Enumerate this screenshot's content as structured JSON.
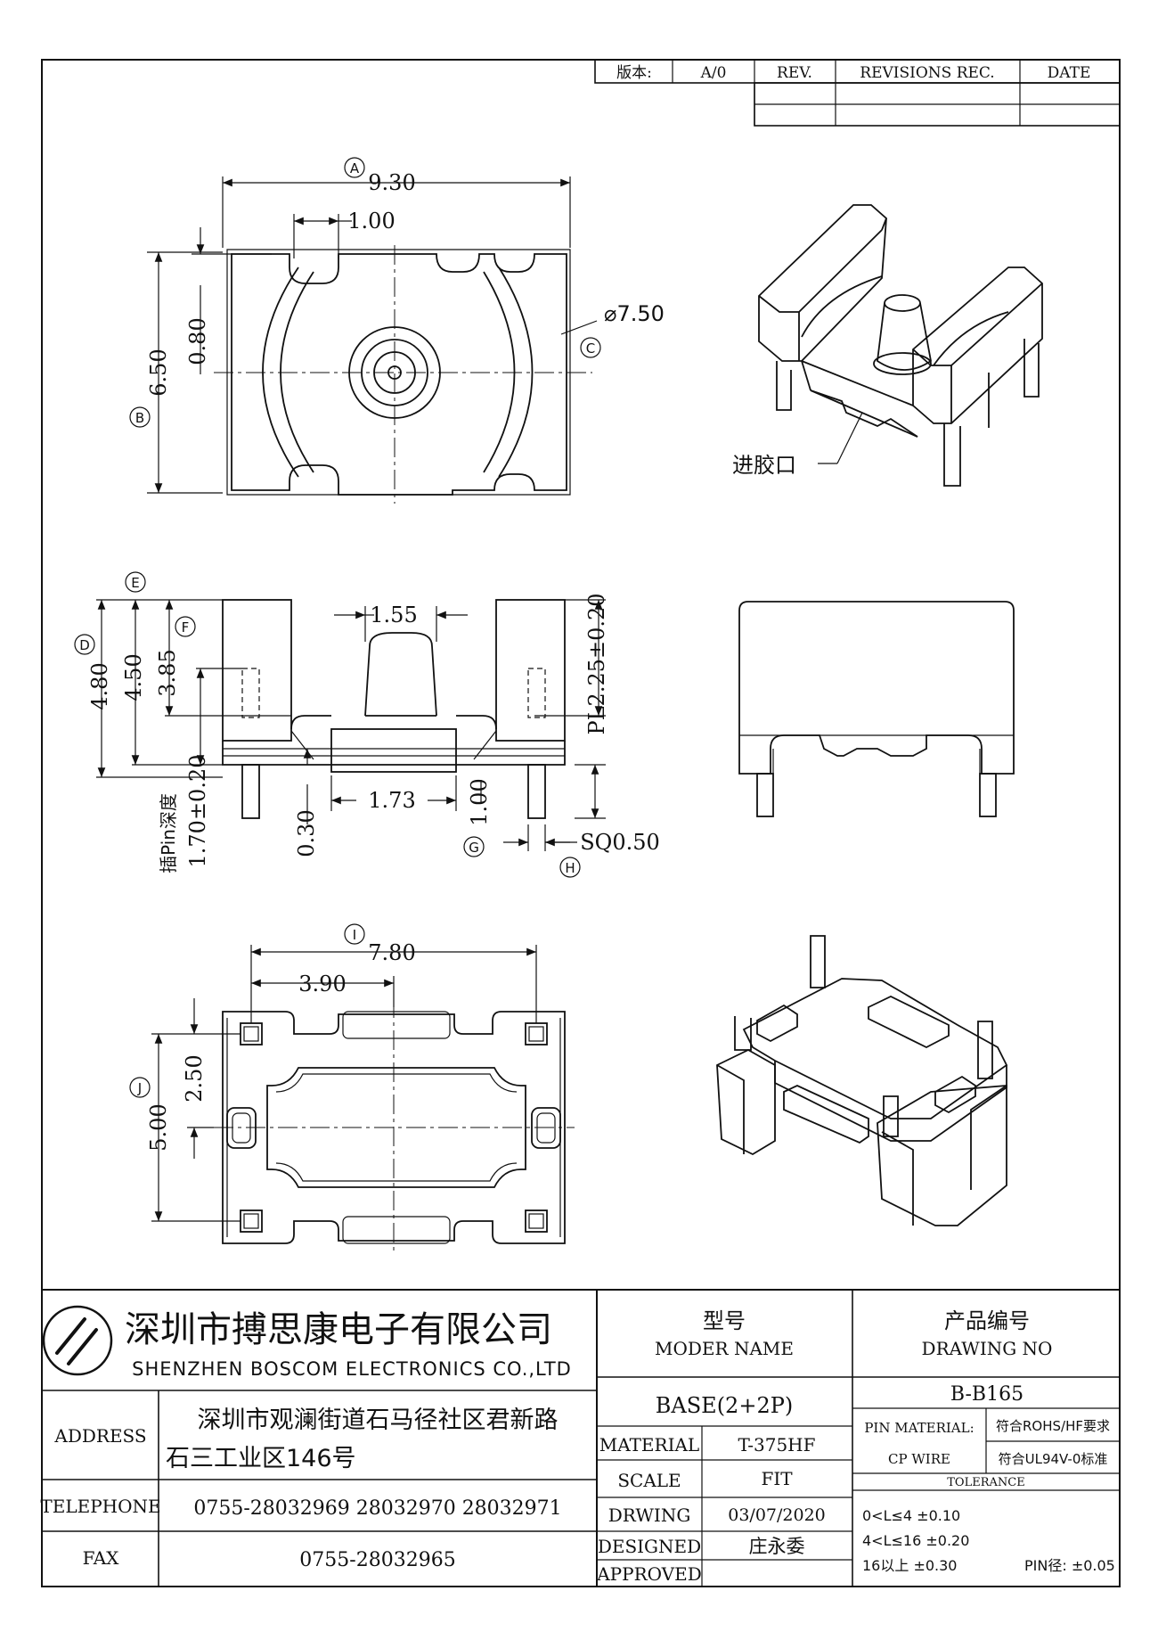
{
  "revision_table": {
    "version_label": "版本:",
    "version_value": "A/0",
    "rev_label": "REV.",
    "revisions_label": "REVISIONS REC.",
    "date_label": "DATE"
  },
  "top_view": {
    "callout_a": "A",
    "width_dim": "9.30",
    "slot_dim": "1.00",
    "callout_b": "B",
    "height_dim": "6.50",
    "offset_dim": "0.80",
    "callout_c": "C",
    "diameter_dim": "⌀7.50"
  },
  "iso_top": {
    "gate_label": "进胶口"
  },
  "front_view": {
    "callout_d": "D",
    "dim_d": "4.80",
    "callout_e": "E",
    "dim_e": "4.50",
    "callout_f": "F",
    "dim_f": "3.85",
    "post_dim": "1.55",
    "pl_dim": "PL2.25±0.20",
    "pin_depth_label": "插Pin深度",
    "pin_depth_dim": "1.70±0.20",
    "dim_030": "0.30",
    "dim_173": "1.73",
    "dim_100": "1.00",
    "callout_g": "G",
    "sq_dim": "SQ0.50",
    "callout_h": "H"
  },
  "bottom_view": {
    "callout_i": "I",
    "dim_780": "7.80",
    "dim_390": "3.90",
    "callout_j": "J",
    "dim_500": "5.00",
    "dim_250": "2.50"
  },
  "title_block": {
    "company_cn": "深圳市搏思康电子有限公司",
    "company_en": "SHENZHEN BOSCOM ELECTRONICS CO.,LTD",
    "model_cn": "型号",
    "model_en": "MODER NAME",
    "model_value": "BASE(2+2P)",
    "drawing_cn": "产品编号",
    "drawing_en": "DRAWING NO",
    "drawing_value": "B-B165",
    "address_label": "ADDRESS",
    "address_line1": "深圳市观澜街道石马径社区君新路",
    "address_line2": "石三工业区146号",
    "telephone_label": "TELEPHONE",
    "telephone_value": "0755-28032969 28032970 28032971",
    "fax_label": "FAX",
    "fax_value": "0755-28032965",
    "material_label": "MATERIAL",
    "material_value": "T-375HF",
    "scale_label": "SCALE",
    "scale_value": "FIT",
    "drawing_date_label": "DRWING",
    "drawing_date_value": "03/07/2020",
    "designed_label": "DESIGNED",
    "designed_value": "庄永委",
    "approved_label": "APPROVED",
    "approved_value": "",
    "pin_material_label": "PIN MATERIAL:",
    "pin_material_value": "CP WIRE",
    "rohs_note": "符合ROHS/HF要求",
    "ul_note": "符合UL94V-0标准",
    "tolerance_label": "TOLERANCE",
    "tol_1": "0<L≤4 ±0.10",
    "tol_2": "4<L≤16 ±0.20",
    "tol_3": "16以上  ±0.30",
    "tol_pin": "PIN径: ±0.05"
  }
}
